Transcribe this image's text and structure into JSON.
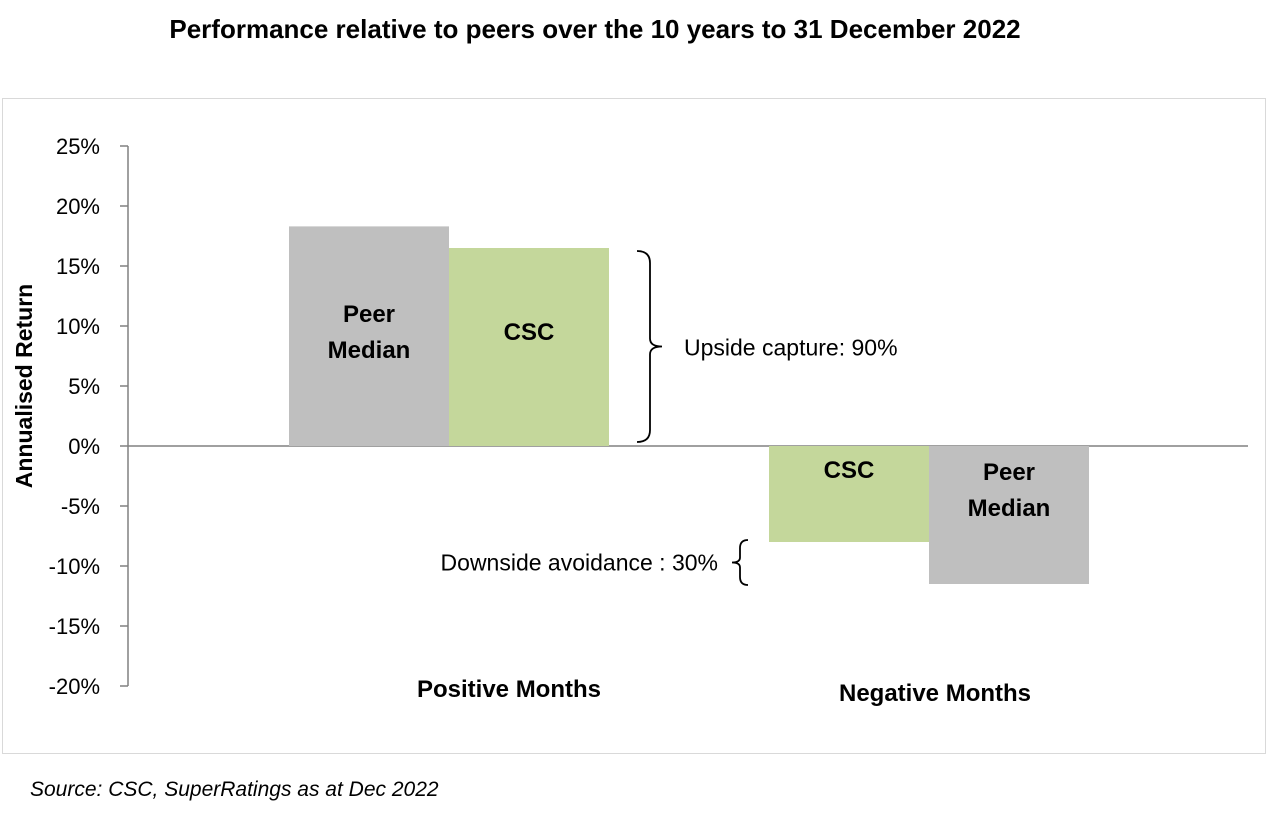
{
  "chart_data": {
    "type": "bar",
    "title": "Performance relative to peers over the 10 years to 31 December 2022",
    "ylabel": "Annualised Return",
    "xlabel": "",
    "ylim": [
      -20,
      25
    ],
    "yticks": [
      "25%",
      "20%",
      "15%",
      "10%",
      "5%",
      "0%",
      "-5%",
      "-10%",
      "-15%",
      "-20%"
    ],
    "ytick_values": [
      25,
      20,
      15,
      10,
      5,
      0,
      -5,
      -10,
      -15,
      -20
    ],
    "grid": false,
    "legend": "none",
    "groups": [
      {
        "category": "Positive Months",
        "bars": [
          {
            "label_lines": [
              "Peer",
              "Median"
            ],
            "value": 18.3,
            "color": "#bfbfbf"
          },
          {
            "label_lines": [
              "CSC"
            ],
            "value": 16.5,
            "color": "#c4d79b"
          }
        ]
      },
      {
        "category": "Negative Months",
        "bars": [
          {
            "label_lines": [
              "CSC"
            ],
            "value": -8.0,
            "color": "#c4d79b"
          },
          {
            "label_lines": [
              "Peer",
              "Median"
            ],
            "value": -11.5,
            "color": "#bfbfbf"
          }
        ]
      }
    ],
    "annotations": {
      "upside": "Upside capture: 90%",
      "downside": "Downside avoidance :  30%"
    }
  },
  "source": "Source: CSC, SuperRatings as at Dec 2022"
}
